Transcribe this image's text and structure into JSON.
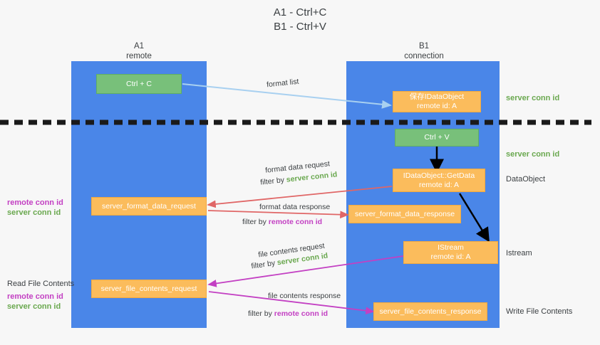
{
  "title": {
    "line1": "A1 - Ctrl+C",
    "line2": "B1 - Ctrl+V"
  },
  "columns": [
    {
      "name": "A1",
      "sub": "remote"
    },
    {
      "name": "B1",
      "sub": "connection"
    }
  ],
  "nodes": {
    "ctrl_c": "Ctrl + C",
    "ctrl_v": "Ctrl + V",
    "save_idataobject_line1": "保存IDataObject",
    "save_idataobject_line2": "remote id: A",
    "getdata_line1": "IDataObject::GetData",
    "getdata_line2": "remote id: A",
    "istream_line1": "IStream",
    "istream_line2": "remote id: A",
    "server_format_data_request": "server_format_data_request",
    "server_format_data_response": "server_format_data_response",
    "server_file_contents_request": "server_file_contents_request",
    "server_file_contents_response": "server_file_contents_response"
  },
  "edges": {
    "format_list": "format list",
    "format_data_request": "format data request",
    "format_data_request_filter_prefix": "filter by ",
    "format_data_request_filter_value": "server conn id",
    "format_data_response": "format data response",
    "format_data_response_filter_prefix": "filter by ",
    "format_data_response_filter_value": "remote conn id",
    "file_contents_request": "file contents request",
    "file_contents_request_filter_prefix": "filter by ",
    "file_contents_request_filter_value": "server conn id",
    "file_contents_response": "file contents response",
    "file_contents_response_filter_prefix": "filter by ",
    "file_contents_response_filter_value": "remote conn id"
  },
  "right_labels": {
    "server_conn_id_top": "server conn id",
    "server_conn_id_mid": "server conn id",
    "dataobject": "DataObject",
    "istream": "Istream",
    "write_file_contents": "Write File Contents"
  },
  "left_labels": {
    "remote_conn_id_1": "remote conn id",
    "server_conn_id_1": "server conn id",
    "read_file_contents": "Read File Contents",
    "remote_conn_id_2": "remote conn id",
    "server_conn_id_2": "server conn id"
  },
  "colors": {
    "lane": "#4a86e8",
    "green_box": "#78c07a",
    "orange_box": "#fbbc5c",
    "green_text": "#6aa84f",
    "magenta_text": "#c340c3",
    "light_blue_arrow": "#a8d0f0",
    "red_arrow": "#e06666",
    "magenta_arrow": "#c340c3",
    "black_arrow": "#000000",
    "background": "#f7f7f7"
  }
}
